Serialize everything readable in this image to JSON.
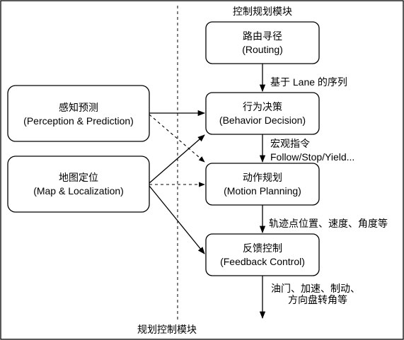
{
  "diagram": {
    "title_top": "控制规划模块",
    "title_bottom": "规划控制模块",
    "nodes": {
      "routing": {
        "line1": "路由寻径",
        "line2": "(Routing)"
      },
      "behavior": {
        "line1": "行为决策",
        "line2": "(Behavior Decision)"
      },
      "motion": {
        "line1": "动作规划",
        "line2": "(Motion Planning)"
      },
      "feedback": {
        "line1": "反馈控制",
        "line2": "(Feedback Control)"
      },
      "perception": {
        "line1": "感知预测",
        "line2": "(Perception & Prediction)"
      },
      "map": {
        "line1": "地图定位",
        "line2": "(Map & Localization)"
      }
    },
    "edge_labels": {
      "routing_to_behavior": "基于 Lane 的序列",
      "behavior_to_motion_1": "宏观指令",
      "behavior_to_motion_2": "Follow/Stop/Yield...",
      "motion_to_feedback": "轨迹点位置、速度、角度等",
      "feedback_out_1": "油门、加速、制动、",
      "feedback_out_2": "方向盘转角等"
    },
    "colors": {
      "stroke": "#000000",
      "fill": "#ffffff"
    }
  }
}
